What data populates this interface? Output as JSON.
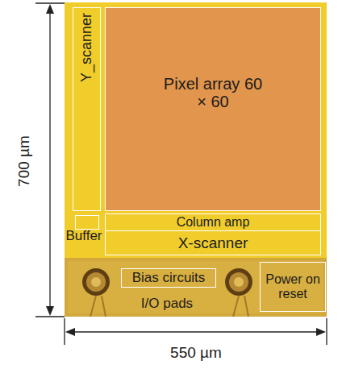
{
  "diagram": {
    "nodes": [
      {
        "text": [
          "Y_scanner"
        ]
      },
      {
        "text": [
          "Pixel array 60 × 60"
        ]
      },
      {
        "text": [
          "Column amp"
        ]
      },
      {
        "text": [
          "Buffer"
        ]
      },
      {
        "text": [
          "X-scanner"
        ]
      },
      {
        "text": [
          "Bias circuits"
        ]
      },
      {
        "text": [
          "Power on reset"
        ]
      }
    ],
    "labels": [
      "700 µm",
      "I/O pads",
      "550 µm"
    ]
  }
}
